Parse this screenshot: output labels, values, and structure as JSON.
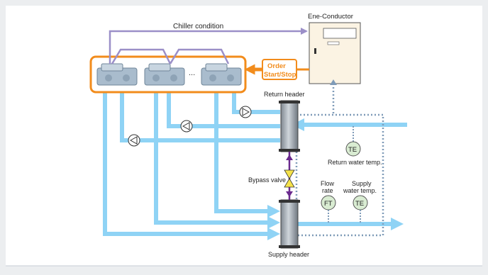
{
  "labels": {
    "chiller_condition": "Chiller condition",
    "ene_conductor": "Ene-Conductor",
    "order_line1": "Order",
    "order_line2": "Start/Stop",
    "ellipsis": "...",
    "return_header": "Return header",
    "supply_header": "Supply header",
    "bypass_valve": "Bypass valve",
    "te_return": "TE",
    "return_water_temp": "Return water temp.",
    "flow_rate_line1": "Flow",
    "flow_rate_line2": "rate",
    "ft": "FT",
    "supply_temp_line1": "Supply",
    "supply_temp_line2": "water temp.",
    "te_supply": "TE"
  },
  "colors": {
    "pipe": "#8fd3f5",
    "accent_orange": "#f28c1c",
    "signal_purple": "#9b8fc8",
    "sensor_dots": "#7f9bb8",
    "bypass_purple": "#6a2a8e",
    "sensor_fill": "#d9ecd2",
    "panel_fill": "#fbf3e3"
  }
}
